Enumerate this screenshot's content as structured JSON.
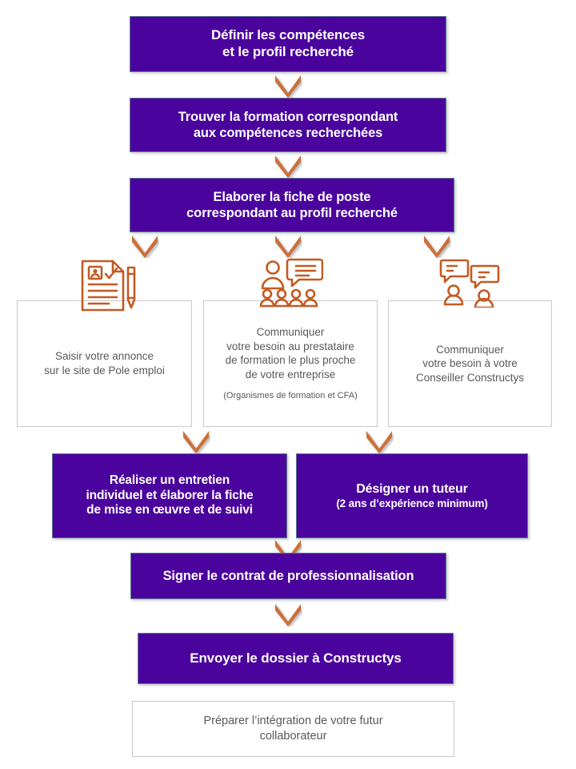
{
  "colors": {
    "purple": "#4B039E",
    "arrow_orange": "#CC7038",
    "icon_orange": "#C35A22",
    "text_gray": "#59595C",
    "box_border_gray": "#C8C8C8"
  },
  "flow": {
    "step1": {
      "line1": "Définir les compétences",
      "line2": "et le profil recherché"
    },
    "step2": {
      "line1": "Trouver la formation correspondant",
      "line2": "aux compétences recherchées"
    },
    "step3": {
      "line1": "Elaborer la fiche de poste",
      "line2": "correspondant au profil recherché"
    },
    "branch_left": {
      "icon": "document-person-pencil-icon",
      "line1": "Saisir votre annonce",
      "line2": "sur le site de Pole emploi"
    },
    "branch_middle": {
      "icon": "presenter-audience-speech-icon",
      "line1": "Communiquer",
      "line2": "votre besoin au prestataire",
      "line3": "de formation le plus proche",
      "line4": "de votre entreprise",
      "note": "(Organismes de formation et CFA)"
    },
    "branch_right": {
      "icon": "two-people-speech-bubbles-icon",
      "line1": "Communiquer",
      "line2": "votre besoin à votre",
      "line3": "Conseiller Constructys"
    },
    "step4": {
      "line1": "Réaliser un entretien",
      "line2": "individuel et élaborer la fiche",
      "line3": "de mise en œuvre et de suivi"
    },
    "step5": {
      "line1": "Désigner un tuteur",
      "line2": "(2 ans d’expérience minimum)"
    },
    "step6": {
      "line1": "Signer le contrat de professionnalisation"
    },
    "step7": {
      "line1": "Envoyer le dossier à Constructys"
    },
    "step8": {
      "line1": "Préparer l’intégration de votre futur",
      "line2": "collaborateur"
    }
  },
  "arrows": [
    {
      "name": "arrow-step1-step2"
    },
    {
      "name": "arrow-step2-step3"
    },
    {
      "name": "arrow-step3-branch-left"
    },
    {
      "name": "arrow-step3-branch-middle"
    },
    {
      "name": "arrow-step3-branch-right"
    },
    {
      "name": "arrow-branch-middle-step4"
    },
    {
      "name": "arrow-branch-right-step5"
    },
    {
      "name": "arrow-step4-step6"
    },
    {
      "name": "arrow-step6-step7"
    },
    {
      "name": "arrow-step7-step8"
    }
  ]
}
